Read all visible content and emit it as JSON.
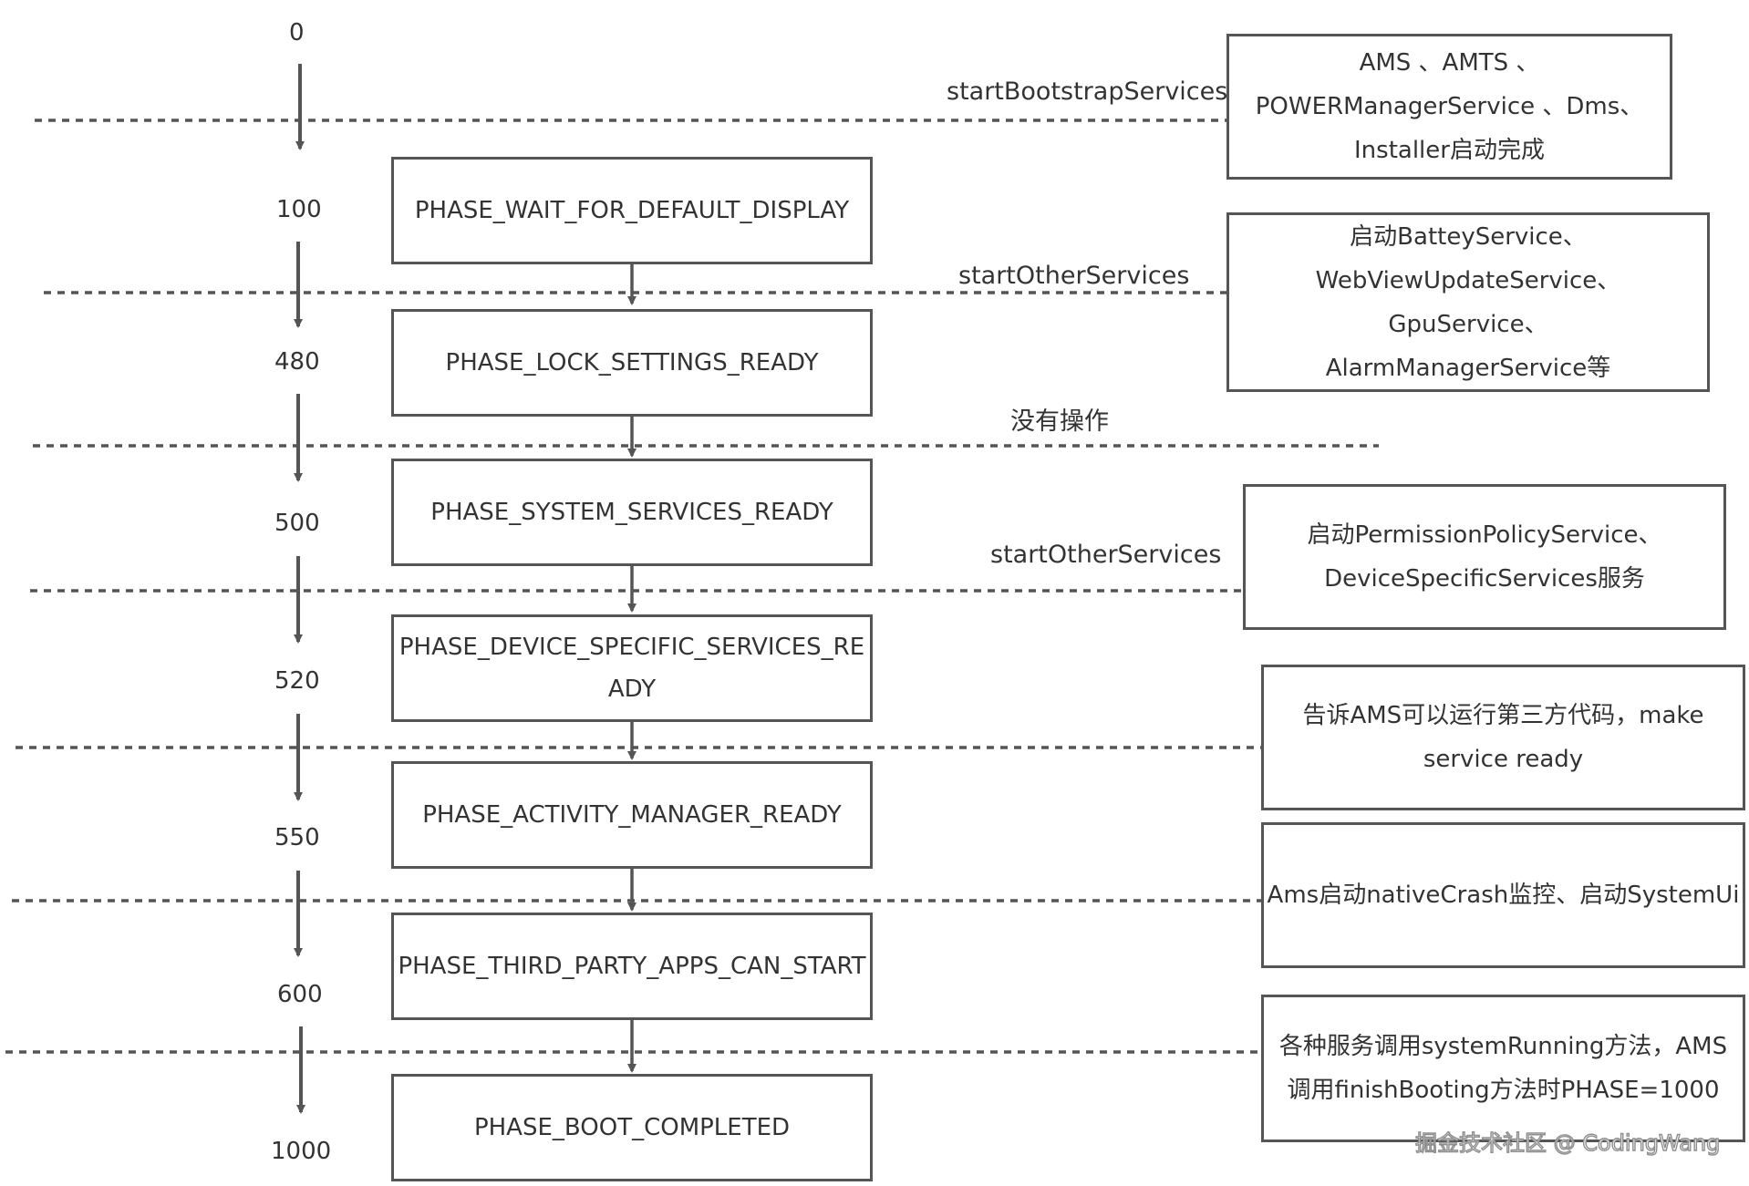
{
  "diagram": {
    "line_color": "#555555",
    "text_color": "#333333",
    "timeline_numbers": [
      "0",
      "100",
      "480",
      "500",
      "520",
      "550",
      "600",
      "1000"
    ],
    "phases": [
      "PHASE_WAIT_FOR_DEFAULT_DISPLAY",
      "PHASE_LOCK_SETTINGS_READY",
      "PHASE_SYSTEM_SERVICES_READY",
      "PHASE_DEVICE_SPECIFIC_SERVICES_READY",
      "PHASE_ACTIVITY_MANAGER_READY",
      "PHASE_THIRD_PARTY_APPS_CAN_START",
      "PHASE_BOOT_COMPLETED"
    ],
    "divider_labels": [
      "startBootstrapServices",
      "startOtherServices",
      "没有操作",
      "startOtherServices"
    ],
    "notes": [
      [
        "AMS 、AMTS 、",
        "POWERManagerService 、Dms、",
        "Installer启动完成"
      ],
      [
        "启动BatteyService、",
        "WebViewUpdateService、GpuService、",
        "AlarmManagerService等"
      ],
      [
        "启动PermissionPolicyService、",
        "DeviceSpecificServices服务"
      ],
      [
        "告诉AMS可以运行第三方代码，make",
        "service ready"
      ],
      [
        "Ams启动nativeCrash监控、启动SystemUi"
      ],
      [
        "各种服务调用systemRunning方法，AMS",
        "调用finishBooting方法时PHASE=1000"
      ]
    ],
    "watermark": "掘金技术社区 @ CodingWang"
  }
}
